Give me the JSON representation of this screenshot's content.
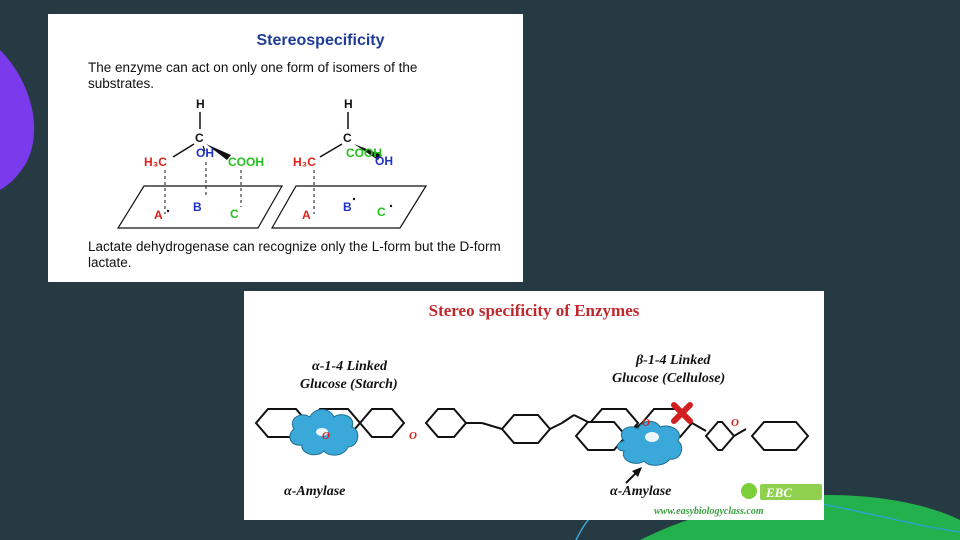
{
  "colors": {
    "background": "#263a43",
    "purple_accent": "#7c3aed",
    "green_accent": "#22b14c",
    "title_blue": "#1f3c96",
    "title_red": "#c0282e",
    "group_red": "#e0201a",
    "group_blue": "#1e32c8",
    "group_green": "#22c21d",
    "enzyme_blue": "#3aa8d8"
  },
  "panel1": {
    "title": "Stereospecificity",
    "intro": "The enzyme can act on only one form of isomers of the substrates.",
    "footer": "Lactate dehydrogenase can recognize only the L-form but the D-form lactate.",
    "left_molecule": {
      "top": "H",
      "center": "C",
      "left_group": "H₃C",
      "front_group": "OH",
      "right_group": "COOH",
      "site_a": "A",
      "site_b": "B",
      "site_c": "C"
    },
    "right_molecule": {
      "top": "H",
      "center": "C",
      "left_group": "H₃C",
      "front_group": "COOH",
      "right_group": "OH",
      "site_a": "A",
      "site_b": "B",
      "site_c": "C"
    }
  },
  "panel2": {
    "title": "Stereo specificity of Enzymes",
    "left": {
      "label_line1": "α-1-4 Linked",
      "label_line2": "Glucose (Starch)",
      "oxygen": "O",
      "enzyme_label": "α-Amylase"
    },
    "right": {
      "label_line1": "β-1-4 Linked",
      "label_line2": "Glucose (Cellulose)",
      "oxygen_left": "O",
      "oxygen_right": "O",
      "enzyme_label": "α-Amylase"
    },
    "logo_text": "EBC",
    "watermark": "www.easybiologyclass.com"
  }
}
